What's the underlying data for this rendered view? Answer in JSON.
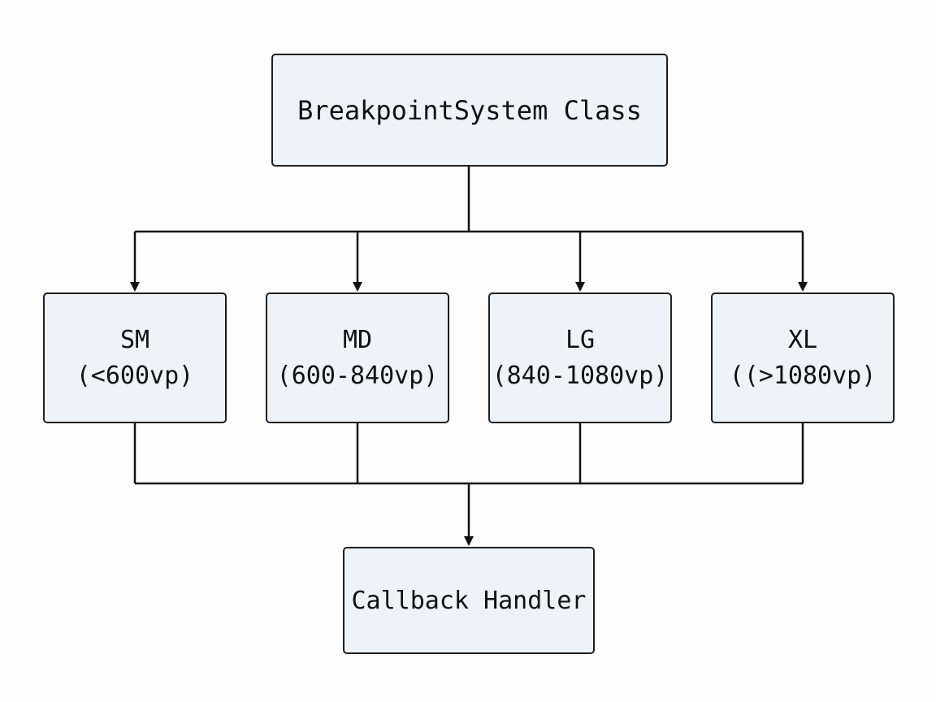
{
  "colors": {
    "node_fill": "#eef3f8",
    "node_border": "#1f1f1f",
    "edge": "#111111",
    "text": "#111111",
    "background": "#fdfdfd"
  },
  "root": {
    "label": "BreakpointSystem Class"
  },
  "breakpoints": [
    {
      "name": "SM",
      "range": "(<600vp)"
    },
    {
      "name": "MD",
      "range": "(600-840vp)"
    },
    {
      "name": "LG",
      "range": "(840-1080vp)"
    },
    {
      "name": "XL",
      "range": "((>1080vp)"
    }
  ],
  "sink": {
    "label": "Callback Handler"
  }
}
